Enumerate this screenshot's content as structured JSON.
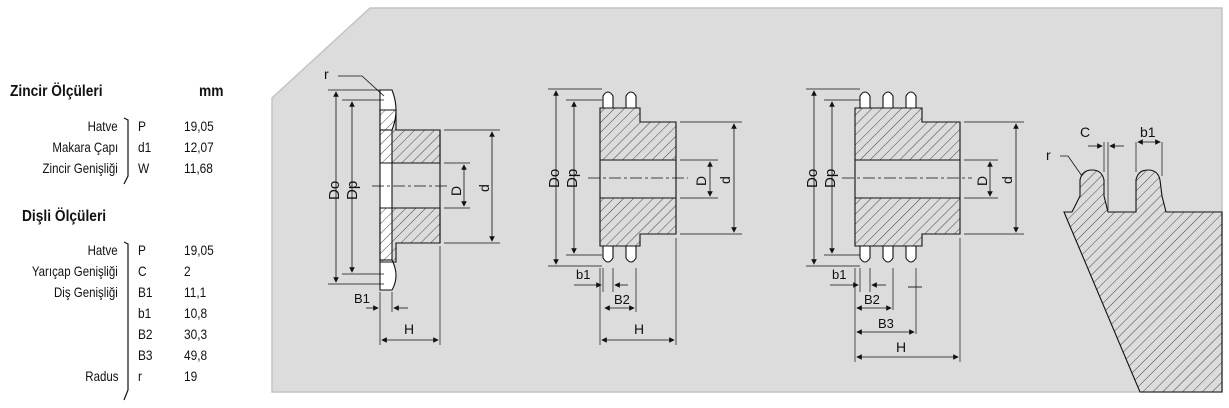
{
  "chain": {
    "title": "Zincir Ölçüleri",
    "unit": "mm",
    "rows": [
      {
        "name": "Hatve",
        "symbol": "P",
        "value": "19,05"
      },
      {
        "name": "Makara Çapı",
        "symbol": "d1",
        "value": "12,07"
      },
      {
        "name": "Zincir Genişliği",
        "symbol": "W",
        "value": "11,68"
      }
    ]
  },
  "sprocket": {
    "title": "Dişli Ölçüleri",
    "rows": [
      {
        "name": "Hatve",
        "symbol": "P",
        "value": "19,05"
      },
      {
        "name": "Yarıçap Genişliği",
        "symbol": "C",
        "value": "2"
      },
      {
        "name": "Diş Genişliği",
        "symbol": "B1",
        "value": "11,1"
      },
      {
        "name": "",
        "symbol": "b1",
        "value": "10,8"
      },
      {
        "name": "",
        "symbol": "B2",
        "value": "30,3"
      },
      {
        "name": "",
        "symbol": "B3",
        "value": "49,8"
      },
      {
        "name": "Radus",
        "symbol": "r",
        "value": "19"
      }
    ]
  },
  "drawings": {
    "single": {
      "r": "r",
      "Do": "Do",
      "Dp": "Dp",
      "D": "D",
      "d": "d",
      "B1": "B1",
      "H": "H"
    },
    "double": {
      "Do": "Do",
      "Dp": "Dp",
      "D": "D",
      "d": "d",
      "b1": "b1",
      "B2": "B2",
      "H": "H"
    },
    "triple": {
      "Do": "Do",
      "Dp": "Dp",
      "D": "D",
      "d": "d",
      "b1": "b1",
      "B2": "B2",
      "B3": "B3",
      "H": "H"
    },
    "tooth": {
      "C": "C",
      "b1": "b1",
      "r": "r"
    }
  },
  "colors": {
    "panel_bg": "#dcdcdc",
    "panel_border": "#c7c7c7",
    "line": "#111111",
    "hatch": "#333333"
  }
}
